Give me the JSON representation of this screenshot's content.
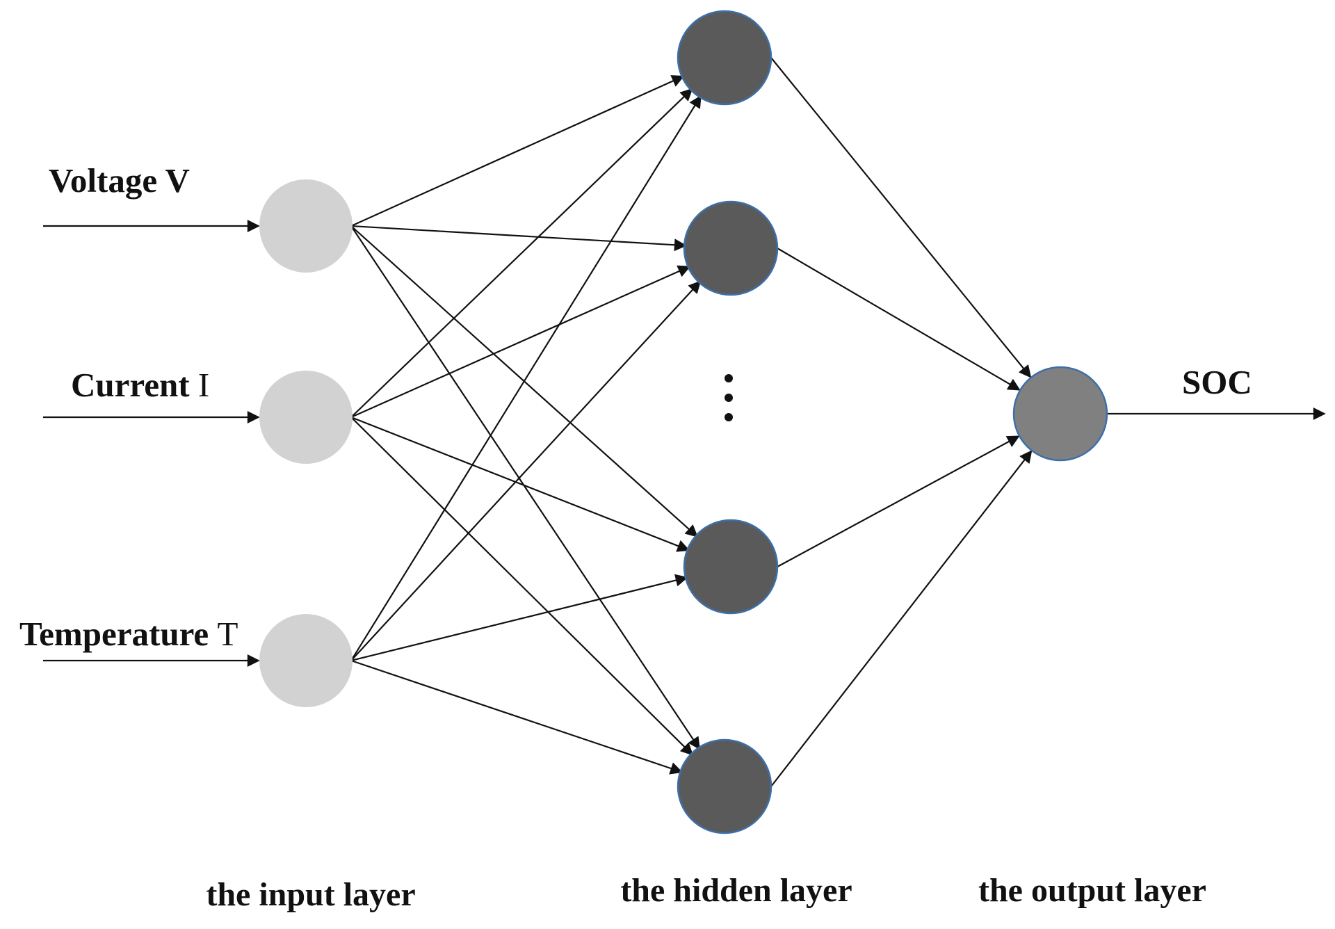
{
  "inputs": [
    {
      "name": "Voltage",
      "symbol": "V"
    },
    {
      "name": "Current",
      "symbol": "I"
    },
    {
      "name": "Temperature",
      "symbol": "T"
    }
  ],
  "output": {
    "label": "SOC"
  },
  "hidden_ellipsis": "⋮",
  "layers": {
    "input": "the input layer",
    "hidden": "the hidden layer",
    "output": "the output layer"
  },
  "colors": {
    "input_node": "#d3d2d2",
    "hidden_node": "#5a5a5a",
    "output_node": "#808080",
    "node_stroke": "#3d6fa8",
    "edge": "#111111"
  }
}
